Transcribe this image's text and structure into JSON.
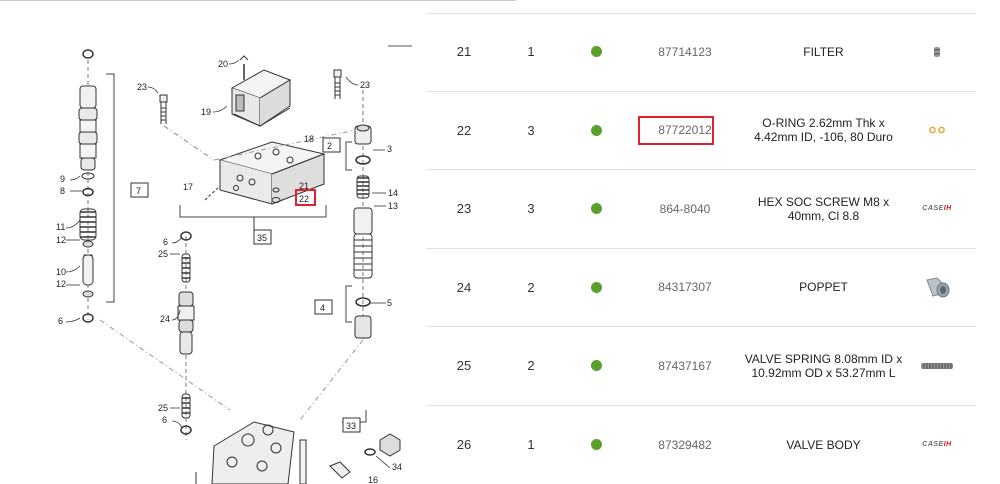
{
  "theme": {
    "available_color": "#5aa02c",
    "highlight_color": "#e0202a"
  },
  "diagram": {
    "callouts": [
      "20",
      "23",
      "23",
      "19",
      "18",
      "2",
      "3",
      "9",
      "8",
      "7",
      "17",
      "21",
      "22",
      "14",
      "13",
      "11",
      "12",
      "35",
      "6",
      "25",
      "10",
      "12",
      "24",
      "4",
      "5",
      "6",
      "25",
      "6",
      "33",
      "34",
      "16"
    ],
    "highlighted_callout": "22"
  },
  "parts": [
    {
      "ref": "21",
      "qty": "1",
      "available": true,
      "part_number": "87714123",
      "description": "FILTER",
      "image": "filter-thumbnail"
    },
    {
      "ref": "22",
      "qty": "3",
      "available": true,
      "part_number": "87722012",
      "description": "O-RING 2.62mm Thk x 4.42mm ID, -106, 80 Duro",
      "image": "o-ring-thumbnail",
      "highlighted": true
    },
    {
      "ref": "23",
      "qty": "3",
      "available": true,
      "part_number": "864-8040",
      "description": "HEX SOC SCREW M8 x 40mm, Cl 8.8",
      "image": "case-ih-logo"
    },
    {
      "ref": "24",
      "qty": "2",
      "available": true,
      "part_number": "84317307",
      "description": "POPPET",
      "image": "poppet-thumbnail"
    },
    {
      "ref": "25",
      "qty": "2",
      "available": true,
      "part_number": "87437167",
      "description": "VALVE SPRING 8.08mm ID x 10.92mm OD x 53.27mm L",
      "image": "spring-thumbnail"
    },
    {
      "ref": "26",
      "qty": "1",
      "available": true,
      "part_number": "87329482",
      "description": "VALVE BODY",
      "image": "case-ih-logo"
    }
  ],
  "brand": {
    "part1": "CASE",
    "part2": "IH"
  }
}
